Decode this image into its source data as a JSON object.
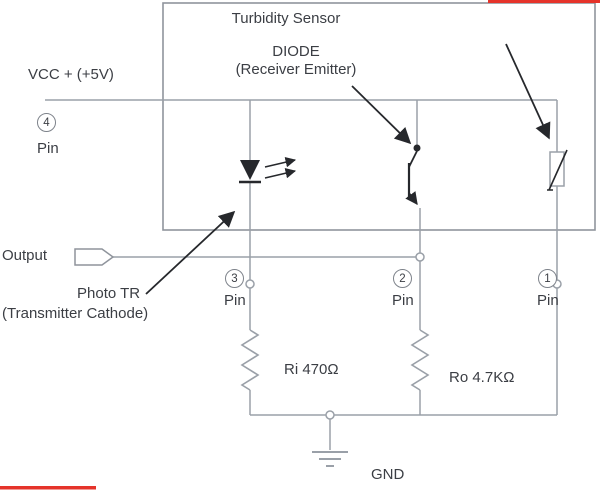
{
  "diagram": {
    "title": "Turbidity Sensor",
    "annotations": {
      "diode": {
        "line1": "DIODE",
        "line2": "(Receiver Emitter)"
      },
      "photo_tr": {
        "line1": "Photo TR",
        "line2": "(Transmitter Cathode)"
      }
    },
    "nets": {
      "vcc": "VCC + (+5V)",
      "output": "Output",
      "gnd": "GND"
    },
    "components": {
      "ri": "Ri 470Ω",
      "ro": "Ro 4.7KΩ"
    },
    "pins": [
      {
        "number": "4",
        "label": "Pin"
      },
      {
        "number": "3",
        "label": "Pin"
      },
      {
        "number": "2",
        "label": "Pin"
      },
      {
        "number": "1",
        "label": "Pin"
      }
    ],
    "symbols": [
      "led-symbol",
      "phototransistor-symbol",
      "photoresistor-symbol",
      "resistor-symbol",
      "ground-symbol",
      "output-connector-icon"
    ],
    "colors": {
      "wire": "#9aa0a8",
      "ink": "#26282c",
      "text": "#3b3e44",
      "red_mark": "#e5332a",
      "background": "#ffffff"
    }
  }
}
